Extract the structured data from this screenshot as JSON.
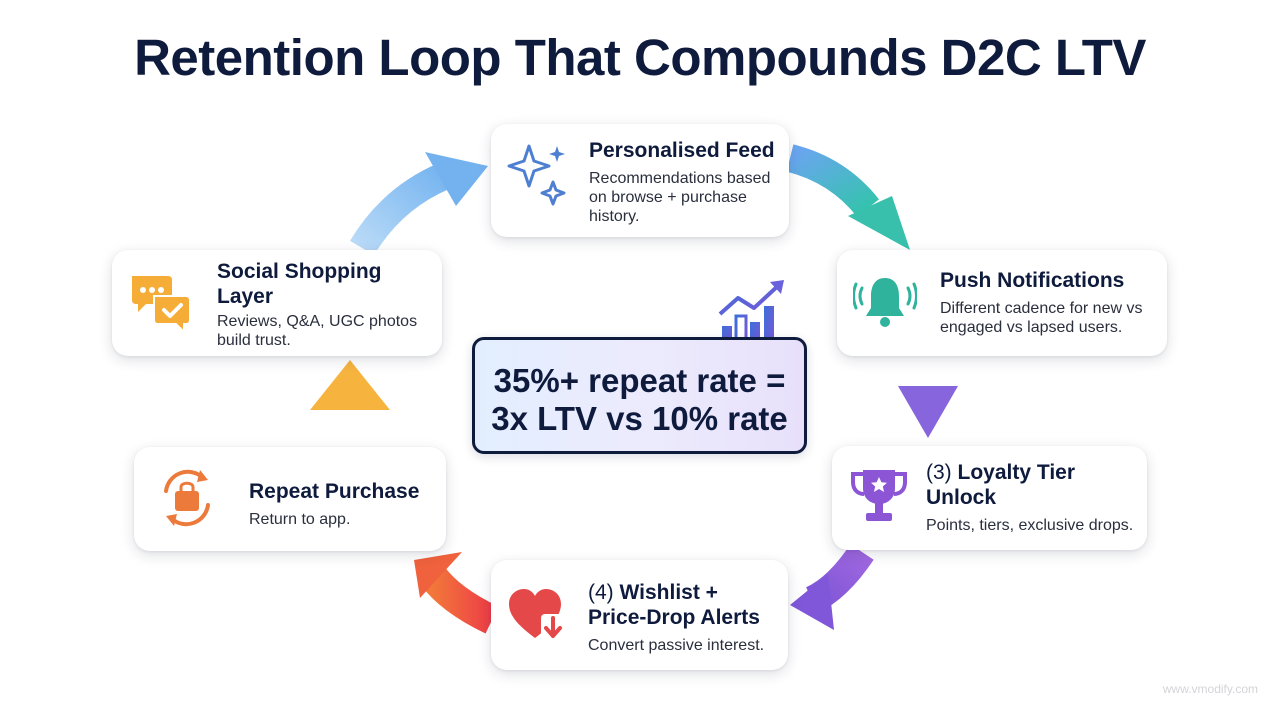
{
  "title": "Retention Loop That Compounds D2C LTV",
  "center": {
    "line1": "35%+ repeat rate =",
    "line2": "3x LTV vs 10% rate"
  },
  "nodes": {
    "feed": {
      "title": "Personalised Feed",
      "desc": [
        "Recommendations based",
        "on browse + purchase",
        "history."
      ],
      "icon": "sparkle-icon",
      "color": "#4f7fd0"
    },
    "push": {
      "title": "Push Notifications",
      "desc": [
        "Different cadence for new vs",
        "engaged vs lapsed users."
      ],
      "icon": "bell-icon",
      "color": "#2fb39c"
    },
    "loyalty": {
      "number": "(3)",
      "title_line1": "Loyalty Tier",
      "title_line2": "Unlock",
      "desc": [
        "Points, tiers, exclusive drops."
      ],
      "icon": "trophy-icon",
      "color": "#8b55d6"
    },
    "wishlist": {
      "number": "(4)",
      "title_line1": "Wishlist +",
      "title_line2": "Price-Drop Alerts",
      "desc": [
        "Convert passive interest."
      ],
      "icon": "heart-price-drop-icon",
      "color": "#e54848"
    },
    "repeat": {
      "title": "Repeat Purchase",
      "desc": [
        "Return to app."
      ],
      "icon": "shopping-bag-cycle-icon",
      "color": "#ec7a3a"
    },
    "social": {
      "title_line1": "Social Shopping",
      "title_line2": "Layer",
      "desc": [
        "Reviews, Q&A, UGC photos",
        "build trust."
      ],
      "icon": "chat-bubbles-icon",
      "color": "#f5ad38"
    }
  },
  "center_icon": "growth-chart-icon",
  "watermark": "www.vmodify.com",
  "colors": {
    "navy": "#0f1b3d",
    "blue": "#7ab6f0",
    "teal": "#3cc3b0",
    "purple": "#8a5cdc",
    "red": "#ee4a3e",
    "orange": "#f39a3a",
    "yellow": "#f6b13c"
  }
}
